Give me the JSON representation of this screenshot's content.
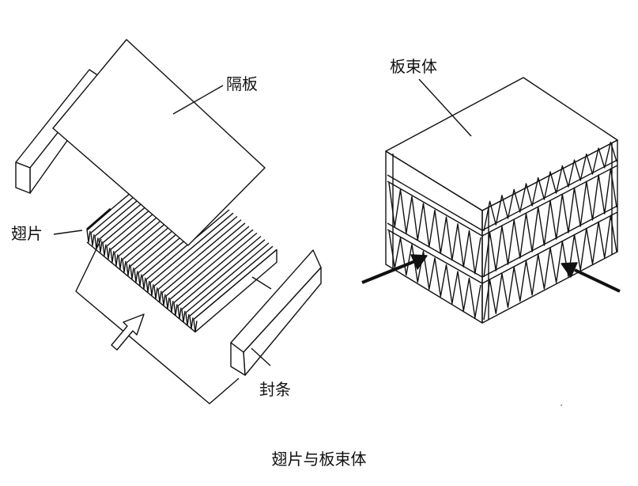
{
  "left_diagram": {
    "labels": {
      "separator": "隔板",
      "fin": "翅片",
      "seal_bar": "封条"
    }
  },
  "right_diagram": {
    "labels": {
      "bundle": "板束体"
    }
  },
  "caption": "翅片与板束体",
  "colors": {
    "line": "#111111",
    "background": "#ffffff"
  }
}
